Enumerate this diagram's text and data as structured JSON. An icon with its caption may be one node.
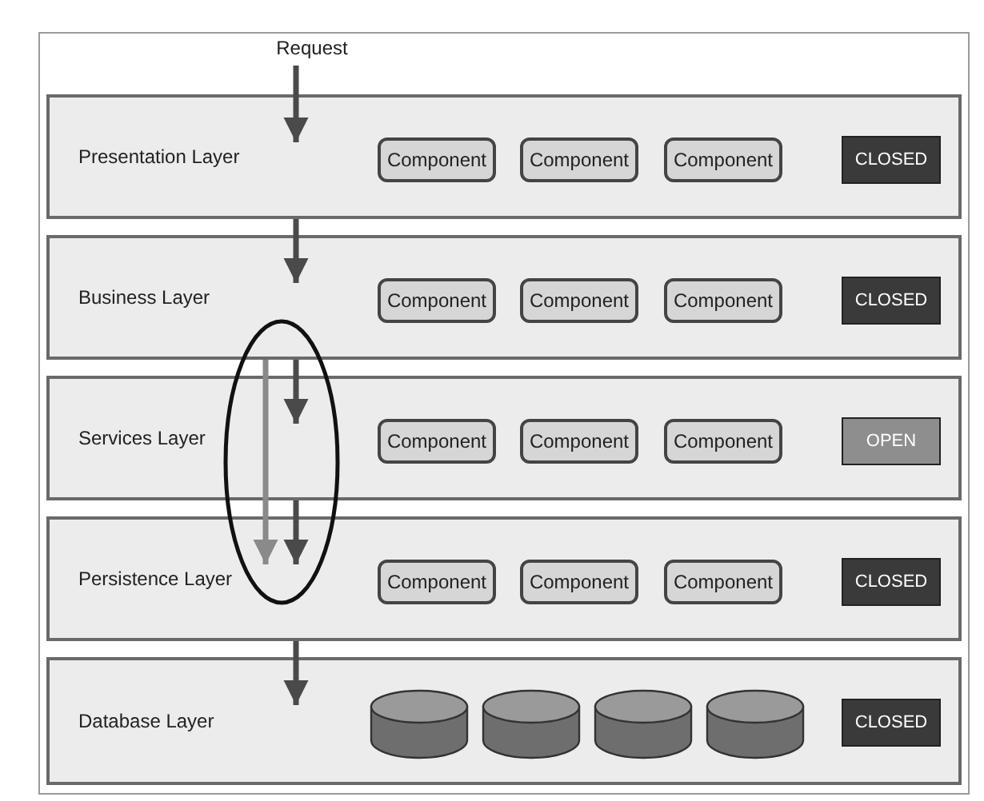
{
  "diagram": {
    "nodes": [
      {
        "text": [
          "Request"
        ]
      },
      {
        "text": [
          "Presentation Layer"
        ]
      },
      {
        "text": [
          "Component"
        ],
        "in": 1
      },
      {
        "text": [
          "Component"
        ],
        "in": 1
      },
      {
        "text": [
          "Component"
        ],
        "in": 1
      },
      {
        "text": [
          "CLOSED"
        ],
        "in": 1
      },
      {
        "text": [
          "Business Layer"
        ]
      },
      {
        "text": [
          "Component"
        ],
        "in": 6
      },
      {
        "text": [
          "Component"
        ],
        "in": 6
      },
      {
        "text": [
          "Component"
        ],
        "in": 6
      },
      {
        "text": [
          "CLOSED"
        ],
        "in": 6
      },
      {
        "text": [
          "Services Layer"
        ]
      },
      {
        "text": [
          "Component"
        ],
        "in": 11
      },
      {
        "text": [
          "Component"
        ],
        "in": 11
      },
      {
        "text": [
          "Component"
        ],
        "in": 11
      },
      {
        "text": [
          "OPEN"
        ],
        "in": 11
      },
      {
        "text": [
          "Persistence Layer"
        ]
      },
      {
        "text": [
          "Component"
        ],
        "in": 16
      },
      {
        "text": [
          "Component"
        ],
        "in": 16
      },
      {
        "text": [
          "Component"
        ],
        "in": 16
      },
      {
        "text": [
          "CLOSED"
        ],
        "in": 16
      },
      {
        "text": [
          "Database Layer"
        ]
      },
      {
        "text": [],
        "shape": "cylinder",
        "in": 21
      },
      {
        "text": [],
        "shape": "cylinder",
        "in": 21
      },
      {
        "text": [],
        "shape": "cylinder",
        "in": 21
      },
      {
        "text": [],
        "shape": "cylinder",
        "in": 21
      },
      {
        "text": [
          "CLOSED"
        ],
        "in": 21
      }
    ],
    "edges": [
      {
        "from": 0,
        "to": 1,
        "arrow": "to"
      },
      {
        "from": 1,
        "to": 6,
        "arrow": "to"
      },
      {
        "from": 6,
        "to": 11,
        "arrow": "to"
      },
      {
        "from": 11,
        "to": 16,
        "arrow": "to"
      },
      {
        "from": 6,
        "to": 16,
        "arrow": "to",
        "color": "#8a8a8a"
      },
      {
        "from": 16,
        "to": 21,
        "arrow": "to"
      }
    ]
  }
}
